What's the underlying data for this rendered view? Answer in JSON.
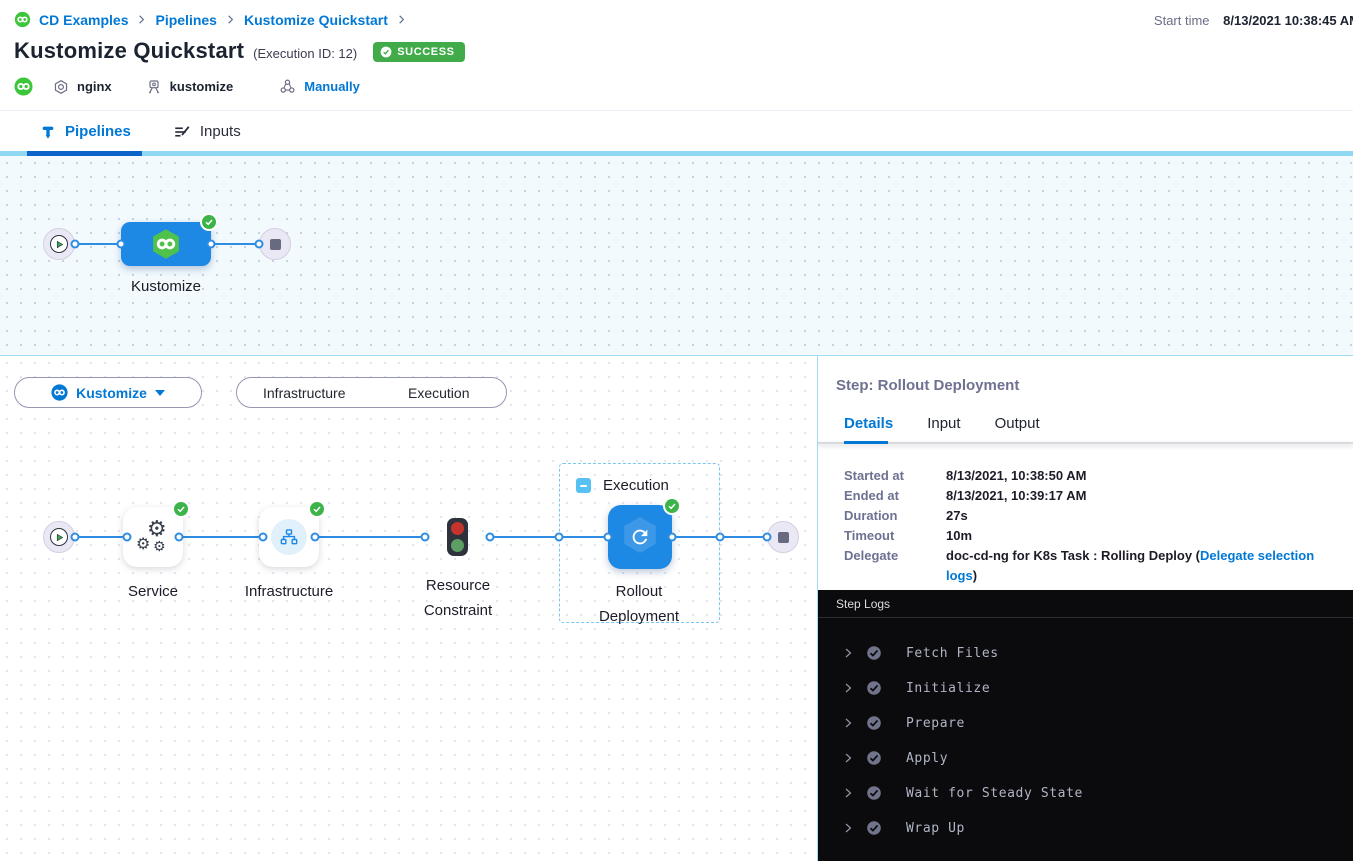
{
  "breadcrumb": {
    "items": [
      "CD Examples",
      "Pipelines",
      "Kustomize Quickstart"
    ]
  },
  "header": {
    "title": "Kustomize Quickstart",
    "execution_id": "(Execution ID: 12)",
    "status": "SUCCESS",
    "start_time_label": "Start time",
    "start_time_value": "8/13/2021 10:38:45 AM",
    "tags": {
      "service": "nginx",
      "manifest": "kustomize",
      "trigger": "Manually"
    }
  },
  "tabs": {
    "pipelines": "Pipelines",
    "inputs": "Inputs"
  },
  "stage_graph": {
    "stage_label": "Kustomize"
  },
  "toolbar": {
    "stage_selector_label": "Kustomize",
    "infrastructure_label": "Infrastructure",
    "execution_label": "Execution"
  },
  "execution_graph": {
    "group_label": "Execution",
    "nodes": [
      "Service",
      "Infrastructure",
      "Resource Constraint",
      "Rollout Deployment"
    ]
  },
  "step_panel": {
    "title": "Step: Rollout Deployment",
    "tabs": [
      "Details",
      "Input",
      "Output"
    ],
    "details": [
      {
        "label": "Started at",
        "value": "8/13/2021, 10:38:50 AM"
      },
      {
        "label": "Ended at",
        "value": "8/13/2021, 10:39:17 AM"
      },
      {
        "label": "Duration",
        "value": "27s"
      },
      {
        "label": "Timeout",
        "value": "10m"
      },
      {
        "label": "Delegate",
        "value": "doc-cd-ng for K8s Task : Rolling Deploy (",
        "link": "Delegate selection logs",
        "suffix": ")"
      }
    ]
  },
  "step_logs": {
    "title": "Step Logs",
    "entries": [
      "Fetch Files",
      "Initialize",
      "Prepare",
      "Apply",
      "Wait for Steady State",
      "Wrap Up"
    ]
  },
  "colors": {
    "primary": "#0278d5",
    "success": "#42ab49",
    "node_blue": "#1e88e5",
    "log_background": "#0b0b0d"
  }
}
